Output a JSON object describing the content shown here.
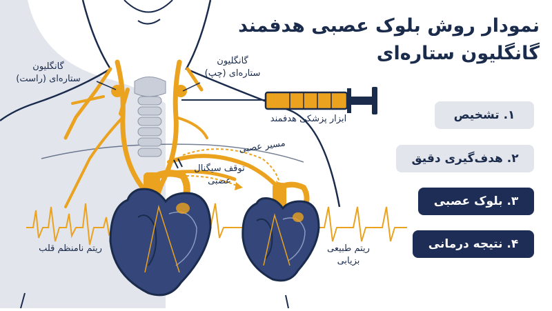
{
  "title": {
    "line1": "نمودار روش بلوک عصبی هدفمند",
    "line2": "گانگلیون ستاره‌ای"
  },
  "labels": {
    "right_ganglion_1": "گانگلیون",
    "right_ganglion_2": "ستاره‌ای (راست)",
    "left_ganglion_1": "گانگلیون",
    "left_ganglion_2": "ستاره‌ای (چپ)",
    "tool": "ابزار پزشکی هدفمند",
    "nerve_path": "مسیر عصبی",
    "signal_stop_1": "توقف سیگنال",
    "signal_stop_2": "عصبی",
    "irregular": "ریتم نامنظم قلب",
    "normal_1": "ریتم طبیعی",
    "normal_2": "بزیابی"
  },
  "steps": [
    {
      "label": "۱. تشخیص"
    },
    {
      "label": "۲. هدف‌گیری دقیق"
    },
    {
      "label": "۳. بلوک عصبی"
    },
    {
      "label": "۴. نتیجه درمانی"
    }
  ],
  "colors": {
    "navy": "#1e2d55",
    "orange": "#eba21f",
    "light_bg": "#e2e5ec",
    "heart_blue": "#34467a",
    "trachea": "#c9ced8"
  }
}
